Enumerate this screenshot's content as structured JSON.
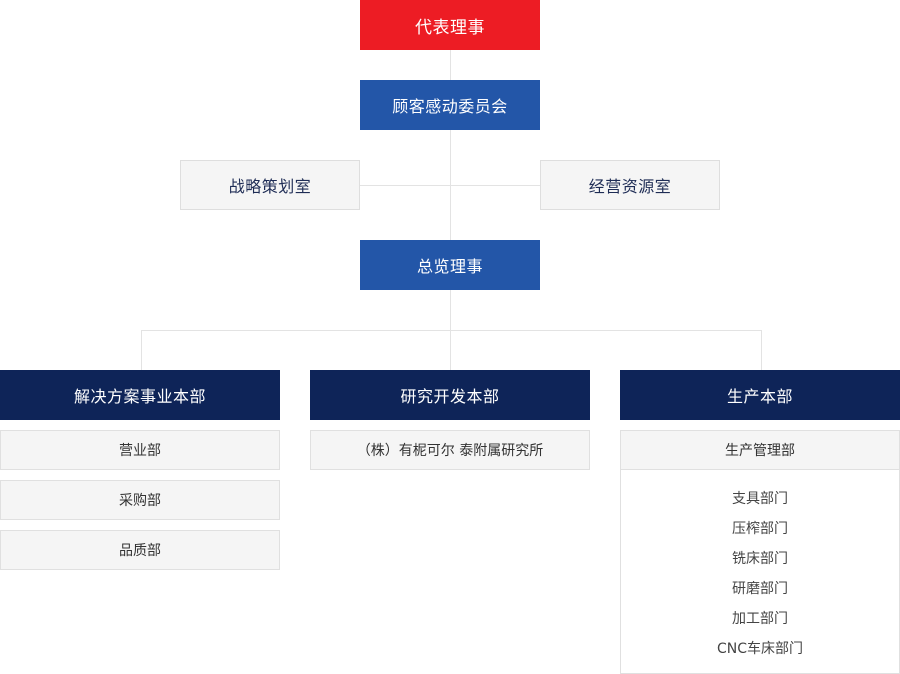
{
  "top": {
    "ceo": "代表理事",
    "committee": "顾客感动委员会"
  },
  "staff": {
    "left": "战略策划室",
    "right": "经营资源室"
  },
  "gm": "总览理事",
  "divisions": [
    {
      "title": "解决方案事业本部",
      "units": [
        "营业部",
        "采购部",
        "品质部"
      ]
    },
    {
      "title": "研究开发本部",
      "units": [
        "（株）有柅可尔 泰附属研究所"
      ]
    },
    {
      "title": "生产本部",
      "units": [
        "生产管理部"
      ],
      "sub_units": [
        "支具部门",
        "压榨部门",
        "铣床部门",
        "研磨部门",
        "加工部门",
        "CNC车床部门"
      ]
    }
  ],
  "colors": {
    "ceo": "#ed1c24",
    "blue": "#2356a8",
    "navy": "#0e2458",
    "staff_bg": "#f5f5f5",
    "line": "#e3e3e3"
  }
}
